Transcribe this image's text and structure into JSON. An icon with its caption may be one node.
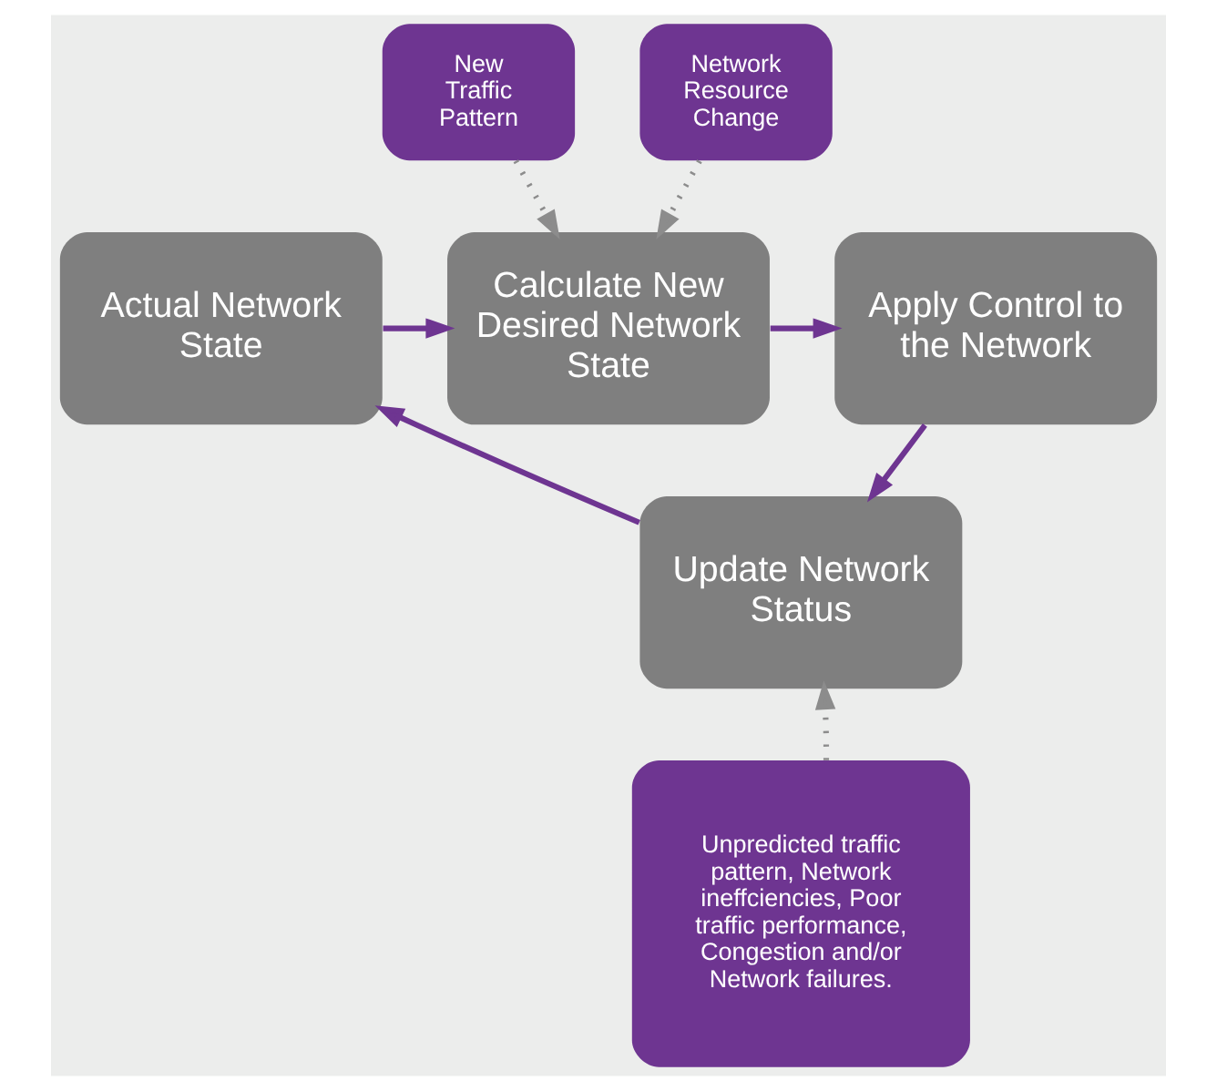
{
  "diagram": {
    "nodes": [
      {
        "text": [
          "New Traffic Pattern"
        ]
      },
      {
        "text": [
          "Network Resource Change"
        ]
      },
      {
        "text": [
          "Actual Network State"
        ]
      },
      {
        "text": [
          "Calculate New Desired Network State"
        ]
      },
      {
        "text": [
          "Apply Control to the Network"
        ]
      },
      {
        "text": [
          "Update Network Status"
        ]
      },
      {
        "text": [
          "Unpredicted traffic pattern, Network ineffciencies, Poor traffic performance, Congestion and/or Network failures."
        ]
      }
    ],
    "edges": [
      {
        "from": 0,
        "to": 3,
        "arrow": "to",
        "style": "dashed",
        "color": "#8c8c8c"
      },
      {
        "from": 1,
        "to": 3,
        "arrow": "to",
        "style": "dashed",
        "color": "#8c8c8c"
      },
      {
        "from": 2,
        "to": 3,
        "arrow": "to"
      },
      {
        "from": 3,
        "to": 4,
        "arrow": "to"
      },
      {
        "from": 4,
        "to": 5,
        "arrow": "to"
      },
      {
        "from": 5,
        "to": 2,
        "arrow": "to"
      },
      {
        "from": 6,
        "to": 5,
        "arrow": "to",
        "style": "dashed",
        "color": "#8c8c8c"
      }
    ]
  }
}
